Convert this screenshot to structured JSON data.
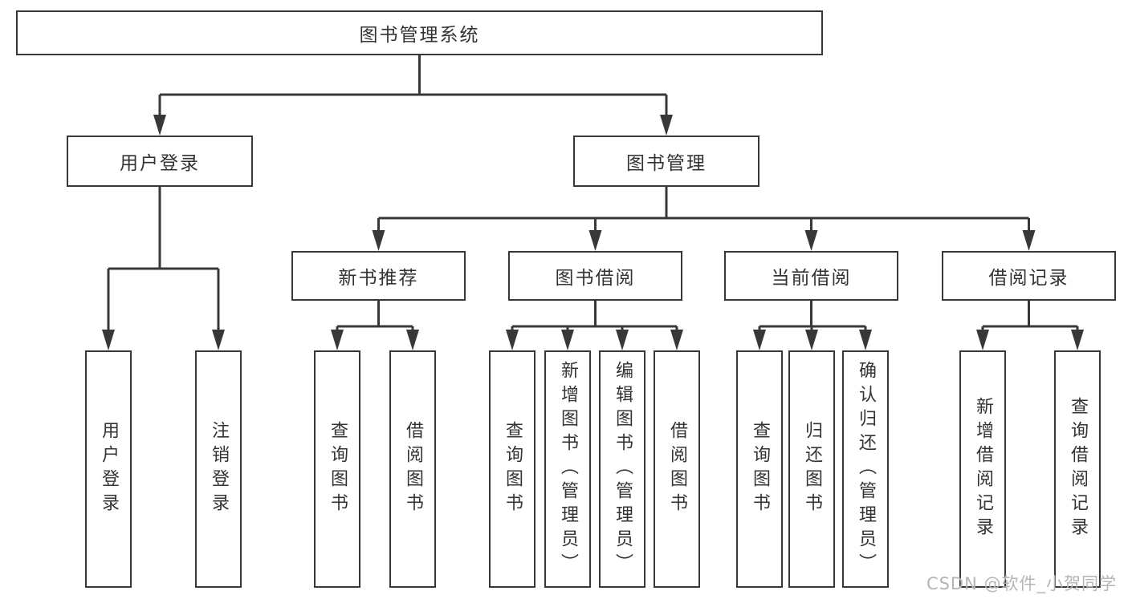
{
  "tree": {
    "root": {
      "label": "图书管理系统"
    },
    "branches": [
      {
        "label": "用户登录",
        "children": [
          {
            "label": "用户登录"
          },
          {
            "label": "注销登录"
          }
        ]
      },
      {
        "label": "图书管理",
        "children": [
          {
            "label": "新书推荐",
            "children": [
              {
                "label": "查询图书"
              },
              {
                "label": "借阅图书"
              }
            ]
          },
          {
            "label": "图书借阅",
            "children": [
              {
                "label": "查询图书"
              },
              {
                "label": "新增图书（管理员）"
              },
              {
                "label": "编辑图书（管理员）"
              },
              {
                "label": "借阅图书"
              }
            ]
          },
          {
            "label": "当前借阅",
            "children": [
              {
                "label": "查询图书"
              },
              {
                "label": "归还图书"
              },
              {
                "label": "确认归还（管理员）"
              }
            ]
          },
          {
            "label": "借阅记录",
            "children": [
              {
                "label": "新增借阅记录"
              },
              {
                "label": "查询借阅记录"
              }
            ]
          }
        ]
      }
    ]
  },
  "watermark": {
    "text": "CSDN @软件_小贺同学"
  },
  "colors": {
    "line": "#383838",
    "text": "#333333",
    "watermark": "#b5b5b5"
  }
}
